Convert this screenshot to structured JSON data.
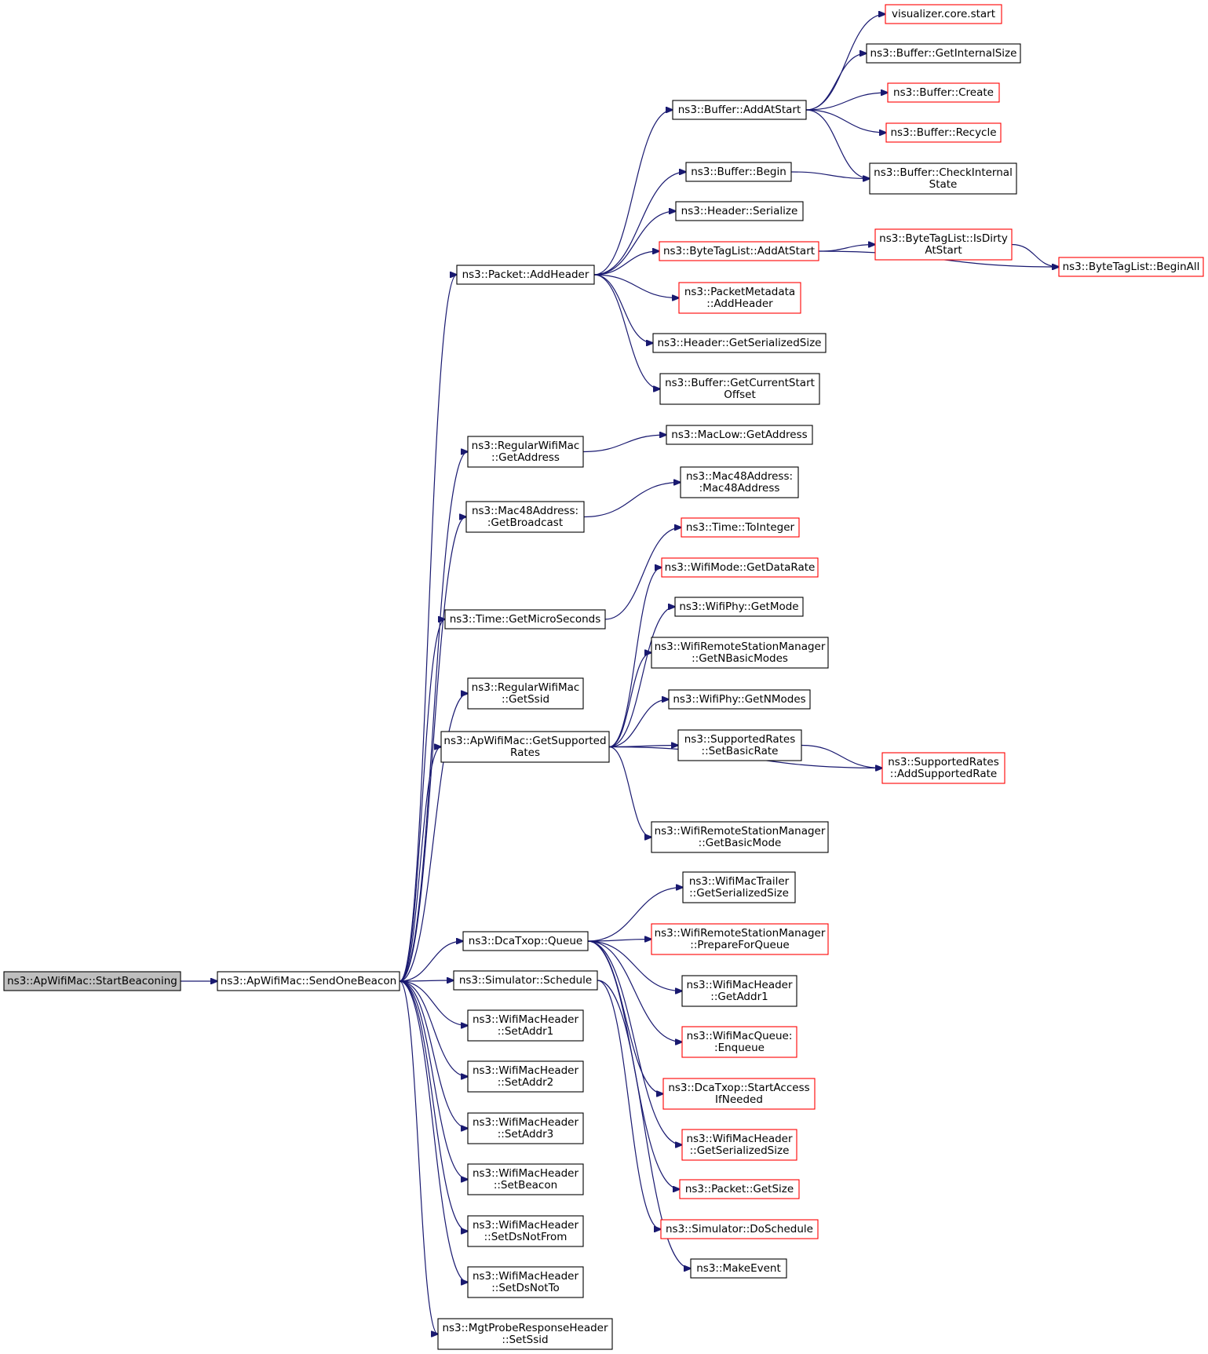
{
  "nodes": {
    "start_beaconing": {
      "lines": [
        "ns3::ApWifiMac::StartBeaconing"
      ],
      "style": "root"
    },
    "send_one_beacon": {
      "lines": [
        "ns3::ApWifiMac::SendOneBeacon"
      ],
      "style": "black"
    },
    "packet_add_header": {
      "lines": [
        "ns3::Packet::AddHeader"
      ],
      "style": "black"
    },
    "regular_get_address": {
      "lines": [
        "ns3::RegularWifiMac",
        "::GetAddress"
      ],
      "style": "black"
    },
    "mac48_get_broadcast": {
      "lines": [
        "ns3::Mac48Address:",
        ":GetBroadcast"
      ],
      "style": "black"
    },
    "time_get_microseconds": {
      "lines": [
        "ns3::Time::GetMicroSeconds"
      ],
      "style": "black"
    },
    "regular_get_ssid": {
      "lines": [
        "ns3::RegularWifiMac",
        "::GetSsid"
      ],
      "style": "black"
    },
    "get_supported_rates": {
      "lines": [
        "ns3::ApWifiMac::GetSupported",
        "Rates"
      ],
      "style": "black"
    },
    "dcatxop_queue": {
      "lines": [
        "ns3::DcaTxop::Queue"
      ],
      "style": "black"
    },
    "simulator_schedule": {
      "lines": [
        "ns3::Simulator::Schedule"
      ],
      "style": "black"
    },
    "set_addr1": {
      "lines": [
        "ns3::WifiMacHeader",
        "::SetAddr1"
      ],
      "style": "black"
    },
    "set_addr2": {
      "lines": [
        "ns3::WifiMacHeader",
        "::SetAddr2"
      ],
      "style": "black"
    },
    "set_addr3": {
      "lines": [
        "ns3::WifiMacHeader",
        "::SetAddr3"
      ],
      "style": "black"
    },
    "set_beacon": {
      "lines": [
        "ns3::WifiMacHeader",
        "::SetBeacon"
      ],
      "style": "black"
    },
    "set_ds_not_from": {
      "lines": [
        "ns3::WifiMacHeader",
        "::SetDsNotFrom"
      ],
      "style": "black"
    },
    "set_ds_not_to": {
      "lines": [
        "ns3::WifiMacHeader",
        "::SetDsNotTo"
      ],
      "style": "black"
    },
    "mgt_set_ssid": {
      "lines": [
        "ns3::MgtProbeResponseHeader",
        "::SetSsid"
      ],
      "style": "black"
    },
    "buffer_add_at_start": {
      "lines": [
        "ns3::Buffer::AddAtStart"
      ],
      "style": "black"
    },
    "buffer_begin": {
      "lines": [
        "ns3::Buffer::Begin"
      ],
      "style": "black"
    },
    "header_serialize": {
      "lines": [
        "ns3::Header::Serialize"
      ],
      "style": "black"
    },
    "bytetaglist_add_at_start": {
      "lines": [
        "ns3::ByteTagList::AddAtStart"
      ],
      "style": "red"
    },
    "packetmetadata_add_header": {
      "lines": [
        "ns3::PacketMetadata",
        "::AddHeader"
      ],
      "style": "red"
    },
    "header_get_serialized_size": {
      "lines": [
        "ns3::Header::GetSerializedSize"
      ],
      "style": "black"
    },
    "buffer_get_current_start_offset": {
      "lines": [
        "ns3::Buffer::GetCurrentStart",
        "Offset"
      ],
      "style": "black"
    },
    "visualizer_core_start": {
      "lines": [
        "visualizer.core.start"
      ],
      "style": "red"
    },
    "buffer_get_internal_size": {
      "lines": [
        "ns3::Buffer::GetInternalSize"
      ],
      "style": "black"
    },
    "buffer_create": {
      "lines": [
        "ns3::Buffer::Create"
      ],
      "style": "red"
    },
    "buffer_recycle": {
      "lines": [
        "ns3::Buffer::Recycle"
      ],
      "style": "red"
    },
    "buffer_check_internal_state": {
      "lines": [
        "ns3::Buffer::CheckInternal",
        "State"
      ],
      "style": "black"
    },
    "bytetaglist_is_dirty_at_start": {
      "lines": [
        "ns3::ByteTagList::IsDirty",
        "AtStart"
      ],
      "style": "red"
    },
    "bytetaglist_begin_all": {
      "lines": [
        "ns3::ByteTagList::BeginAll"
      ],
      "style": "red"
    },
    "maclow_get_address": {
      "lines": [
        "ns3::MacLow::GetAddress"
      ],
      "style": "black"
    },
    "mac48_mac48address": {
      "lines": [
        "ns3::Mac48Address:",
        ":Mac48Address"
      ],
      "style": "black"
    },
    "time_to_integer": {
      "lines": [
        "ns3::Time::ToInteger"
      ],
      "style": "red"
    },
    "wifimode_get_data_rate": {
      "lines": [
        "ns3::WifiMode::GetDataRate"
      ],
      "style": "red"
    },
    "wifiphy_get_mode": {
      "lines": [
        "ns3::WifiPhy::GetMode"
      ],
      "style": "black"
    },
    "wrsm_get_n_basic_modes": {
      "lines": [
        "ns3::WifiRemoteStationManager",
        "::GetNBasicModes"
      ],
      "style": "black"
    },
    "wifiphy_get_n_modes": {
      "lines": [
        "ns3::WifiPhy::GetNModes"
      ],
      "style": "black"
    },
    "supportedrates_set_basic_rate": {
      "lines": [
        "ns3::SupportedRates",
        "::SetBasicRate"
      ],
      "style": "black"
    },
    "supportedrates_add_supported_rate": {
      "lines": [
        "ns3::SupportedRates",
        "::AddSupportedRate"
      ],
      "style": "red"
    },
    "wrsm_get_basic_mode": {
      "lines": [
        "ns3::WifiRemoteStationManager",
        "::GetBasicMode"
      ],
      "style": "black"
    },
    "wifimactrailer_get_serialized_size": {
      "lines": [
        "ns3::WifiMacTrailer",
        "::GetSerializedSize"
      ],
      "style": "black"
    },
    "wrsm_prepare_for_queue": {
      "lines": [
        "ns3::WifiRemoteStationManager",
        "::PrepareForQueue"
      ],
      "style": "red"
    },
    "wifimacheader_get_addr1": {
      "lines": [
        "ns3::WifiMacHeader",
        "::GetAddr1"
      ],
      "style": "black"
    },
    "wifimacqueue_enqueue": {
      "lines": [
        "ns3::WifiMacQueue:",
        ":Enqueue"
      ],
      "style": "red"
    },
    "dcatxop_start_access_if_needed": {
      "lines": [
        "ns3::DcaTxop::StartAccess",
        "IfNeeded"
      ],
      "style": "red"
    },
    "wifimacheader_get_serialized_size": {
      "lines": [
        "ns3::WifiMacHeader",
        "::GetSerializedSize"
      ],
      "style": "red"
    },
    "packet_get_size": {
      "lines": [
        "ns3::Packet::GetSize"
      ],
      "style": "red"
    },
    "simulator_do_schedule": {
      "lines": [
        "ns3::Simulator::DoSchedule"
      ],
      "style": "red"
    },
    "make_event": {
      "lines": [
        "ns3::MakeEvent"
      ],
      "style": "black"
    }
  },
  "edges": [
    [
      "start_beaconing",
      "send_one_beacon"
    ],
    [
      "send_one_beacon",
      "packet_add_header"
    ],
    [
      "send_one_beacon",
      "regular_get_address"
    ],
    [
      "send_one_beacon",
      "mac48_get_broadcast"
    ],
    [
      "send_one_beacon",
      "time_get_microseconds"
    ],
    [
      "send_one_beacon",
      "regular_get_ssid"
    ],
    [
      "send_one_beacon",
      "get_supported_rates"
    ],
    [
      "send_one_beacon",
      "dcatxop_queue"
    ],
    [
      "send_one_beacon",
      "simulator_schedule"
    ],
    [
      "send_one_beacon",
      "set_addr1"
    ],
    [
      "send_one_beacon",
      "set_addr2"
    ],
    [
      "send_one_beacon",
      "set_addr3"
    ],
    [
      "send_one_beacon",
      "set_beacon"
    ],
    [
      "send_one_beacon",
      "set_ds_not_from"
    ],
    [
      "send_one_beacon",
      "set_ds_not_to"
    ],
    [
      "send_one_beacon",
      "mgt_set_ssid"
    ],
    [
      "packet_add_header",
      "buffer_add_at_start"
    ],
    [
      "packet_add_header",
      "buffer_begin"
    ],
    [
      "packet_add_header",
      "header_serialize"
    ],
    [
      "packet_add_header",
      "bytetaglist_add_at_start"
    ],
    [
      "packet_add_header",
      "packetmetadata_add_header"
    ],
    [
      "packet_add_header",
      "header_get_serialized_size"
    ],
    [
      "packet_add_header",
      "buffer_get_current_start_offset"
    ],
    [
      "buffer_add_at_start",
      "visualizer_core_start"
    ],
    [
      "buffer_add_at_start",
      "buffer_get_internal_size"
    ],
    [
      "buffer_add_at_start",
      "buffer_create"
    ],
    [
      "buffer_add_at_start",
      "buffer_recycle"
    ],
    [
      "buffer_add_at_start",
      "buffer_check_internal_state"
    ],
    [
      "buffer_begin",
      "buffer_check_internal_state"
    ],
    [
      "bytetaglist_add_at_start",
      "bytetaglist_is_dirty_at_start"
    ],
    [
      "bytetaglist_add_at_start",
      "bytetaglist_begin_all"
    ],
    [
      "bytetaglist_is_dirty_at_start",
      "bytetaglist_begin_all"
    ],
    [
      "regular_get_address",
      "maclow_get_address"
    ],
    [
      "mac48_get_broadcast",
      "mac48_mac48address"
    ],
    [
      "time_get_microseconds",
      "time_to_integer"
    ],
    [
      "get_supported_rates",
      "wifimode_get_data_rate"
    ],
    [
      "get_supported_rates",
      "wifiphy_get_mode"
    ],
    [
      "get_supported_rates",
      "wrsm_get_n_basic_modes"
    ],
    [
      "get_supported_rates",
      "wifiphy_get_n_modes"
    ],
    [
      "get_supported_rates",
      "supportedrates_set_basic_rate"
    ],
    [
      "get_supported_rates",
      "supportedrates_add_supported_rate"
    ],
    [
      "get_supported_rates",
      "wrsm_get_basic_mode"
    ],
    [
      "supportedrates_set_basic_rate",
      "supportedrates_add_supported_rate"
    ],
    [
      "dcatxop_queue",
      "wifimactrailer_get_serialized_size"
    ],
    [
      "dcatxop_queue",
      "wrsm_prepare_for_queue"
    ],
    [
      "dcatxop_queue",
      "wifimacheader_get_addr1"
    ],
    [
      "dcatxop_queue",
      "wifimacqueue_enqueue"
    ],
    [
      "dcatxop_queue",
      "dcatxop_start_access_if_needed"
    ],
    [
      "dcatxop_queue",
      "wifimacheader_get_serialized_size"
    ],
    [
      "dcatxop_queue",
      "packet_get_size"
    ],
    [
      "simulator_schedule",
      "simulator_do_schedule"
    ],
    [
      "simulator_schedule",
      "make_event"
    ]
  ],
  "colors": {
    "edge": "#191970",
    "border_black": "#000000",
    "border_red": "#ff0000",
    "root_fill": "#bfbfbf",
    "node_fill": "#ffffff"
  }
}
